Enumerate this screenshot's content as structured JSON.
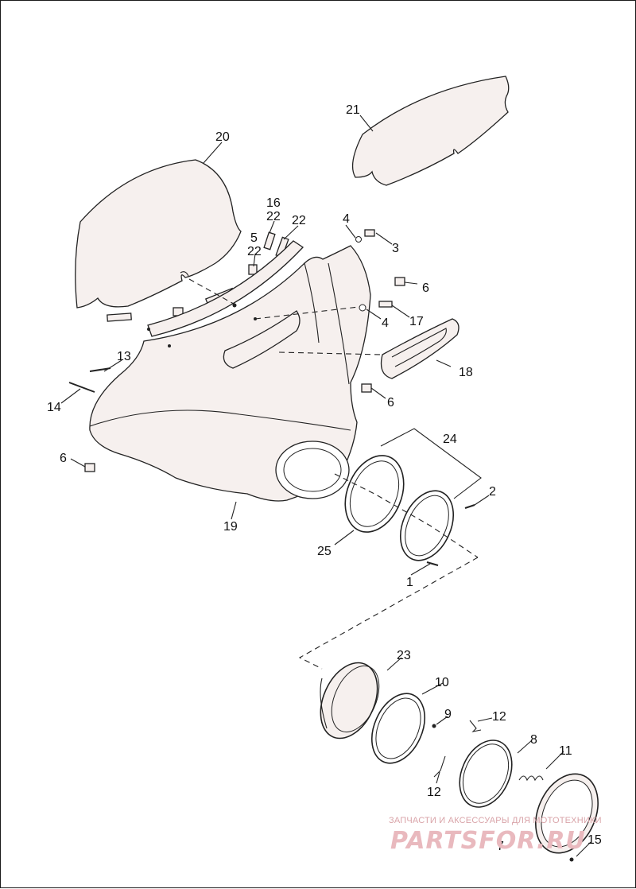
{
  "callouts": {
    "c1": "1",
    "c2": "2",
    "c3": "3",
    "c4a": "4",
    "c4b": "4",
    "c5": "5",
    "c6a": "6",
    "c6b": "6",
    "c6c": "6",
    "c7": "7",
    "c8": "8",
    "c9": "9",
    "c10": "10",
    "c11": "11",
    "c12a": "12",
    "c12b": "12",
    "c13": "13",
    "c14": "14",
    "c15": "15",
    "c16": "16",
    "c17": "17",
    "c18": "18",
    "c19": "19",
    "c20": "20",
    "c21": "21",
    "c22a": "22",
    "c22b": "22",
    "c22c": "22",
    "c23": "23",
    "c24": "24",
    "c25": "25"
  },
  "watermark": {
    "tagline": "ЗАПЧАСТИ И АКСЕССУАРЫ ДЛЯ МОТОТЕХНИКИ",
    "brand": "PARTSFOR.RU"
  }
}
